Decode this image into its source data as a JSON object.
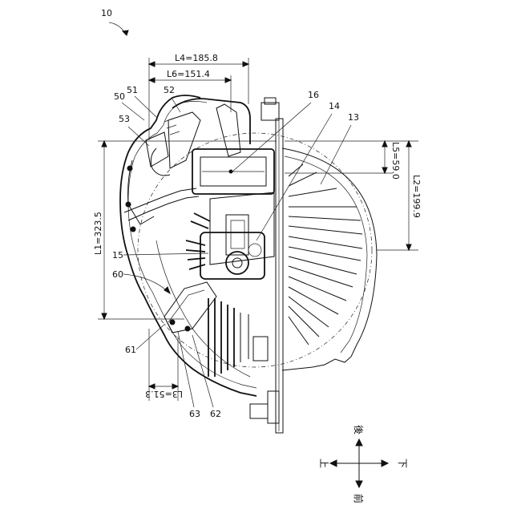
{
  "figure": {
    "ref_main": "10",
    "parts": {
      "p50": "50",
      "p51": "51",
      "p52": "52",
      "p53": "53",
      "p16": "16",
      "p14": "14",
      "p13": "13",
      "p15": "15",
      "p60": "60",
      "p61": "61",
      "p62": "62",
      "p63": "63"
    },
    "dimensions": {
      "L1": "L1=323.5",
      "L2": "L2=199.9",
      "L3": "L3=51.3",
      "L4": "L4=185.8",
      "L5": "L5=59.0",
      "L6": "L6=151.4"
    },
    "directions": {
      "up": "上",
      "down": "下",
      "front": "前",
      "rear": "後"
    }
  }
}
